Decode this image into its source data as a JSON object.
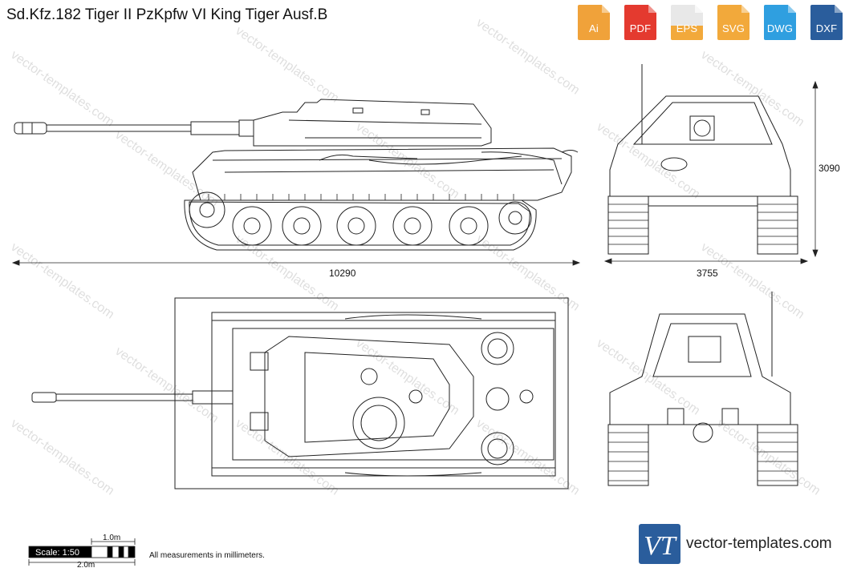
{
  "title": "Sd.Kfz.182 Tiger II PzKpfw VI King Tiger Ausf.B",
  "formats": [
    {
      "label": "Ai",
      "color": "#f0a23a"
    },
    {
      "label": "PDF",
      "color": "#e43a2f"
    },
    {
      "label": "EPS",
      "color": "#f2a93b"
    },
    {
      "label": "SVG",
      "color": "#f2a93b"
    },
    {
      "label": "DWG",
      "color": "#2f9fe0"
    },
    {
      "label": "DXF",
      "color": "#2a5d9c"
    }
  ],
  "dimensions": {
    "length": "10290",
    "width": "3755",
    "height": "3090"
  },
  "scale": {
    "label": "Scale: 1:50",
    "one_m": "1.0m",
    "two_m": "2.0m"
  },
  "note": "All measurements in millimeters.",
  "brand": "vector-templates.com",
  "logo_text": "VT",
  "watermark_text": "vector-templates.com"
}
